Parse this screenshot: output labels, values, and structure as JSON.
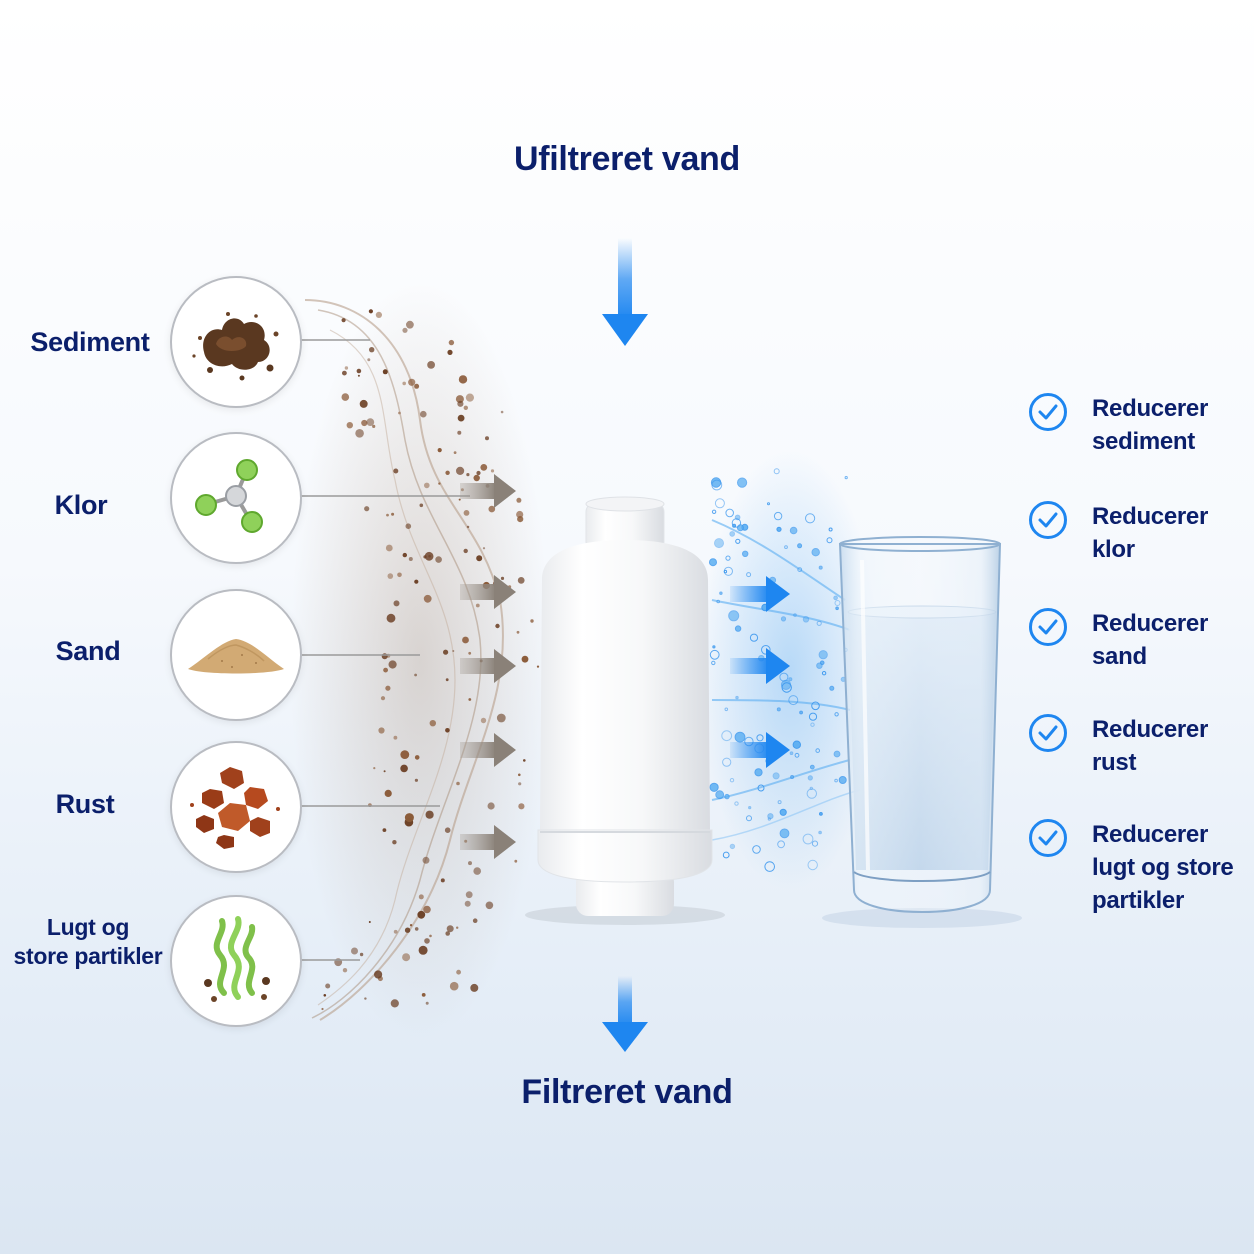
{
  "title_top": "Ufiltreret vand",
  "title_bottom": "Filtreret vand",
  "colors": {
    "text": "#0b1f6b",
    "accent_blue": "#1e86f0",
    "arrow_gray": "#8f8f8f",
    "particle_brown": "#6b3f24"
  },
  "contaminants": [
    {
      "label_line1": "Sediment",
      "label_line2": "",
      "icon": "sediment-icon"
    },
    {
      "label_line1": "Klor",
      "label_line2": "",
      "icon": "chlorine-molecule-icon"
    },
    {
      "label_line1": "Sand",
      "label_line2": "",
      "icon": "sand-pile-icon"
    },
    {
      "label_line1": "Rust",
      "label_line2": "",
      "icon": "rust-particles-icon"
    },
    {
      "label_line1": "Lugt og",
      "label_line2": "store partikler",
      "icon": "odor-waves-icon"
    }
  ],
  "benefits": [
    {
      "line1": "Reducerer",
      "line2": "sediment",
      "line3": ""
    },
    {
      "line1": "Reducerer",
      "line2": "klor",
      "line3": ""
    },
    {
      "line1": "Reducerer",
      "line2": "sand",
      "line3": ""
    },
    {
      "line1": "Reducerer",
      "line2": "rust",
      "line3": ""
    },
    {
      "line1": "Reducerer",
      "line2": "lugt og store",
      "line3": "partikler"
    }
  ]
}
